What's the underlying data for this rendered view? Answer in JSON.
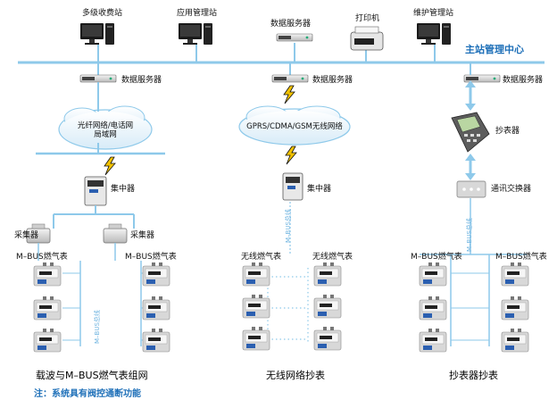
{
  "center_label": "主站管理中心",
  "top_devices": {
    "station1": "多级收费站",
    "station2": "应用管理站",
    "server": "数据服务器",
    "printer": "打印机",
    "station3": "维护管理站"
  },
  "col1": {
    "server": "数据服务器",
    "cloud_line1": "光纤网络/电话网",
    "cloud_line2": "局域网",
    "concentrator": "集中器",
    "collector_left": "采集器",
    "collector_right": "采集器",
    "meter_left": "M–BUS燃气表",
    "meter_right": "M–BUS燃气表",
    "bus_line": "M–BUS总线",
    "caption": "载波与M–BUS燃气表组网"
  },
  "col2": {
    "server": "数据服务器",
    "cloud": "GPRS/CDMA/GSM无线网络",
    "concentrator": "集中器",
    "bus_line": "M–BUS总线",
    "meter_left": "无线燃气表",
    "meter_right": "无线燃气表",
    "caption": "无线网络抄表"
  },
  "col3": {
    "server": "数据服务器",
    "reader": "抄表器",
    "switch": "通讯交换器",
    "bus_line": "M–BUS总线",
    "meter_left": "M–BUS燃气表",
    "meter_right": "M–BUS燃气表",
    "caption": "抄表器抄表"
  },
  "note": "注：系统具有阀控通断功能",
  "colors": {
    "line": "#8ec9ea",
    "accent": "#1d6fb8",
    "lightning": "#f2c200"
  },
  "icons": {
    "computer": "desktop-computer-icon",
    "server": "rack-server-icon",
    "printer": "printer-icon",
    "lightning": "lightning-icon",
    "meter": "gas-meter-icon"
  }
}
